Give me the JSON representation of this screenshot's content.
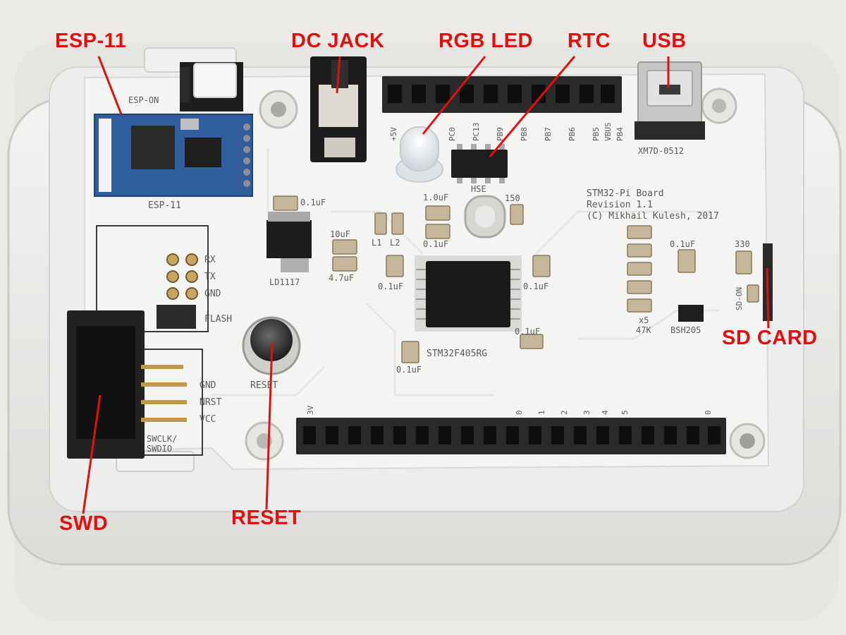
{
  "callouts": {
    "esp11": "ESP-11",
    "dc_jack": "DC JACK",
    "rgb_led": "RGB LED",
    "rtc": "RTC",
    "usb": "USB",
    "sd_card": "SD CARD",
    "swd": "SWD",
    "reset": "RESET"
  },
  "silkscreen": {
    "board_title": "STM32-Pi Board",
    "revision": "Revision 1.1",
    "copyright": "(C) Mikhail Kulesh, 2017",
    "esp_on": "ESP-ON",
    "esp_module": "ESP-11",
    "usb_part": "XM7D-0512",
    "hse": "HSE",
    "mcu": "STM32F405RG",
    "regulator": "LD1117",
    "reset": "RESET",
    "bsh": "BSH205",
    "x5": "x5",
    "r47k": "47K",
    "r150": "150",
    "r330": "330",
    "sd_on": "SD-ON",
    "cap_01uf": "0.1uF",
    "cap_10uf": "10uF",
    "cap_47uf": "4.7uF",
    "cap_1uf": "1.0uF",
    "l1": "L1",
    "l2": "L2",
    "uart_rx": "RX",
    "uart_tx": "TX",
    "uart_gnd": "GND",
    "flash": "FLASH",
    "swd_gnd": "GND",
    "swd_nrst": "NRST",
    "swd_vcc": "VCC",
    "swclk": "SWCLK/",
    "swdio": "SWDIO",
    "top_header_pins": [
      "+5V",
      "PC0",
      "PC13",
      "PB9",
      "PB8",
      "PB7",
      "PB6",
      "PB5",
      "PB4",
      "VBUS"
    ],
    "bottom_header_pins": [
      "3V",
      "0",
      "1",
      "2",
      "3",
      "4",
      "5",
      "0"
    ]
  },
  "colors": {
    "callout": "#e01010",
    "pcb": "#f4f4f2",
    "esp_module": "#2f5d9e",
    "header": "#2a2a2a"
  }
}
